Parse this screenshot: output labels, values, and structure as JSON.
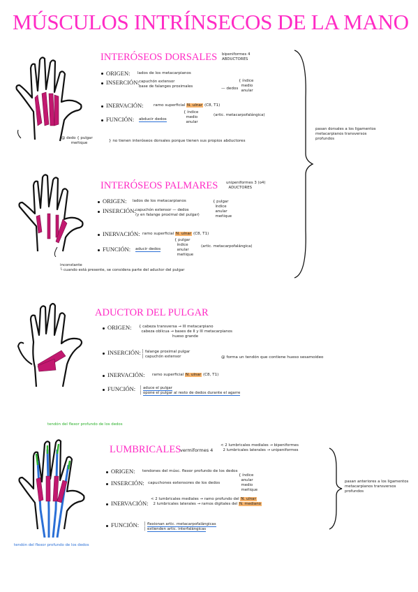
{
  "title": "MÚSCULOS INTRÍNSECOS DE LA MANO",
  "dorsales": {
    "title": "INTERÓSEOS DORSALES",
    "type_note": "bipeniformes 4",
    "type_note2": "ABDUCTORES",
    "origen_label": "ORIGEN:",
    "origen_text": "lados de los metacarpianos",
    "insercion_label": "INSERCIÓN:",
    "insercion_1": "capuchón extensor",
    "insercion_2": "base de falanges proximales",
    "insercion_arrow": "— dedos",
    "insercion_dedos": [
      "índice",
      "medio",
      "anular"
    ],
    "inervacion_label": "INERVACIÓN:",
    "inervacion_text": "ramo superficial",
    "inervacion_nerve": "N. ulnar",
    "inervacion_roots": "(C8, T1)",
    "funcion_label": "FUNCIÓN:",
    "funcion_text": "abducir dedos",
    "funcion_dedos": [
      "índice",
      "medio",
      "anular"
    ],
    "funcion_artic": "(artic. metacarpofalángica)",
    "note_prefix": "@ dedo",
    "note_fingers": [
      "pulgar",
      "meñique"
    ],
    "note": "} no tienen interóseos dorsales porque tienen sus propios abductores"
  },
  "palmares": {
    "title": "INTERÓSEOS PALMARES",
    "type_note": "unipeniformes 3 (o4)",
    "type_note2": "ADUCTORES",
    "origen_label": "ORIGEN:",
    "origen_text": "lados de los metacarpianos",
    "insercion_label": "INSERCIÓN:",
    "insercion_1": "capuchón extensor — dedos",
    "insercion_2": "(y en falange proximal del pulgar)",
    "insercion_dedos": [
      "pulgar",
      "índice",
      "anular",
      "meñique"
    ],
    "inervacion_label": "INERVACIÓN:",
    "inervacion_text": "ramo superficial",
    "inervacion_nerve": "N. ulnar",
    "inervacion_roots": "(C8, T1)",
    "funcion_label": "FUNCIÓN:",
    "funcion_text": "aducir dedos",
    "funcion_dedos": [
      "pulgar",
      "índice",
      "anular",
      "meñique"
    ],
    "funcion_artic": "(artic. metacarpofalángica)",
    "note_a": "inconstante",
    "note_b": "cuando está presente, se considera parte del aductor del pulgar"
  },
  "brace_1": "pasan dorsales a los ligamentos metacarpianos transversos profundos",
  "aductor": {
    "title": "ADUCTOR DEL PULGAR",
    "origen_label": "ORIGEN:",
    "origen_1": "cabeza transversa → III metacarpiano",
    "origen_2": "cabeza oblicua → bases de II y III metacarpianos",
    "origen_3": "hueso grande",
    "insercion_label": "INSERCIÓN:",
    "insercion_1": "falange proximal pulgar",
    "insercion_2": "capuchón extensor",
    "insercion_note": "@ forma un tendón que contiene hueso sesamoideo",
    "inervacion_label": "INERVACIÓN:",
    "inervacion_text": "ramo superficial",
    "inervacion_nerve": "N. ulnar",
    "inervacion_roots": "(C8, T1)",
    "funcion_label": "FUNCIÓN:",
    "funcion_1": "aduce el pulgar",
    "funcion_2": "opone el pulgar al resto de dedos durante el agarre"
  },
  "lumbricales": {
    "title": "LUMBRICALES",
    "type_note": "vermiformes 4",
    "type_a": "2 lumbricales mediales → bipeniformes",
    "type_b": "2 lumbricales laterales → unipeniformes",
    "origen_label": "ORIGEN:",
    "origen_text": "tendones del músc. flexor profundo de los dedos",
    "insercion_label": "INSERCIÓN:",
    "insercion_text": "capuchones extensores de los dedos",
    "insercion_dedos": [
      "índice",
      "anular",
      "medio",
      "meñique"
    ],
    "inervacion_label": "INERVACIÓN:",
    "inervacion_1": "2 lumbricales mediales → ramo profundo del",
    "inervacion_1_nerve": "N. ulnar",
    "inervacion_2": "2 lumbricales laterales → ramos digitales del",
    "inervacion_2_nerve": "N. mediano",
    "funcion_label": "FUNCIÓN:",
    "funcion_1": "flexionan artic. metacarpofalángicas",
    "funcion_2": "extienden artic. interfalángicas",
    "green_label": "tendón del flexor profundo de los dedos",
    "blue_label": "tendón del flexor profundo de los dedos"
  },
  "brace_2": "pasan anteriores a los ligamentos metacarpianos transversos profundos",
  "colors": {
    "title": "#ff2bc5",
    "muscle": "#c2186f",
    "highlight": "#f7b36b",
    "green": "#2ab02a",
    "blue": "#2a6fd6"
  }
}
